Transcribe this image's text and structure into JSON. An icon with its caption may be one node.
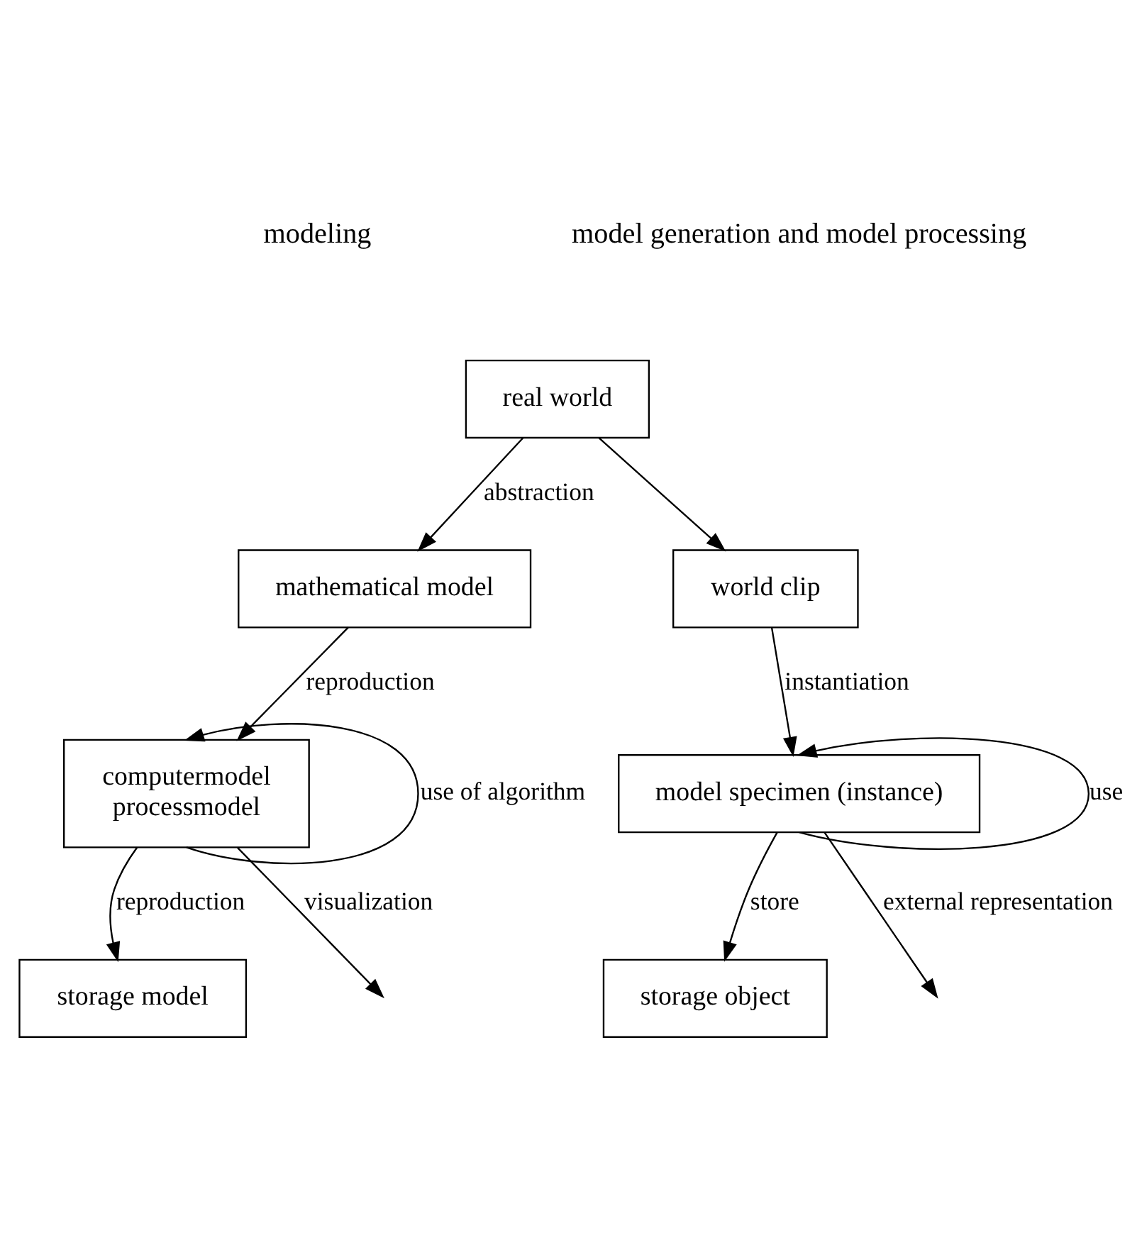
{
  "diagram": {
    "nodes": [
      {
        "text": [
          "real world"
        ]
      },
      {
        "text": [
          "mathematical model"
        ]
      },
      {
        "text": [
          "world clip"
        ]
      },
      {
        "text": [
          "computermodel",
          "processmodel"
        ]
      },
      {
        "text": [
          "model specimen (instance)"
        ]
      },
      {
        "text": [
          "storage model"
        ]
      },
      {
        "text": [
          "storage object"
        ]
      }
    ],
    "edges": [
      {
        "from": 0,
        "to": 1,
        "arrow": "to",
        "label": "abstraction"
      },
      {
        "from": 0,
        "to": 2,
        "arrow": "to"
      },
      {
        "from": 1,
        "to": 3,
        "arrow": "to",
        "label": "reproduction"
      },
      {
        "from": 2,
        "to": 4,
        "arrow": "to",
        "label": "instantiation"
      },
      {
        "from": 3,
        "to": 3,
        "arrow": "to",
        "label": "use of algorithm"
      },
      {
        "from": 3,
        "to": null,
        "arrow": "to",
        "label": "visualization"
      },
      {
        "from": 3,
        "to": 5,
        "arrow": "to",
        "label": "reproduction"
      },
      {
        "from": 4,
        "to": 4,
        "arrow": "to",
        "label": "use"
      },
      {
        "from": 4,
        "to": null,
        "arrow": "to",
        "label": "external representation"
      },
      {
        "from": 4,
        "to": 6,
        "arrow": "to",
        "label": "store"
      }
    ],
    "labels": [
      "modeling",
      "model generation and model processing"
    ]
  }
}
